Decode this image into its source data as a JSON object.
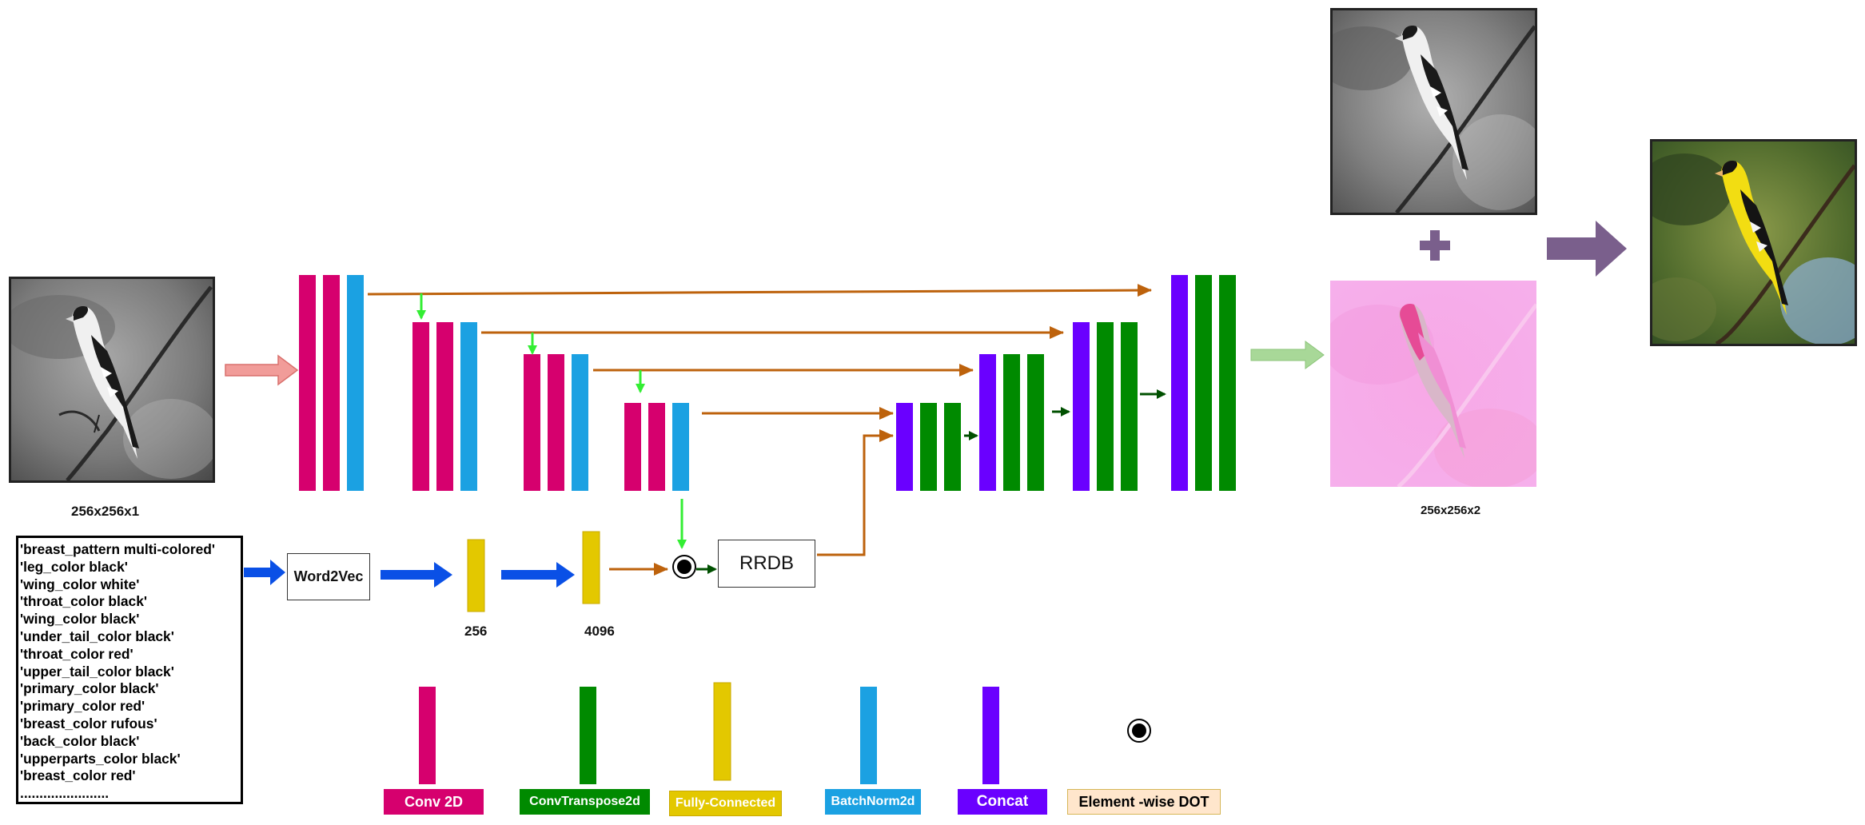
{
  "colors": {
    "conv2d": "#d6006e",
    "batchnorm": "#1ba1e2",
    "convtranspose": "#008a00",
    "fully_connected": "#e3c800",
    "concat": "#6a00ff",
    "skip_arrow": "#bd620c",
    "green_arrow": "#33ee33",
    "dark_green_arrow": "#005000",
    "blue_arrow": "#0a50e6",
    "pink_arrow": "#f19c99",
    "light_green_arrow": "#a8d898",
    "plus_arrow": "#7a5f8c",
    "element_dot_bg": "#ffe6cc"
  },
  "labels": {
    "input_size": "256x256x1",
    "output_size": "256x256x2",
    "fc1_size": "256",
    "fc2_size": "4096",
    "word2vec": "Word2Vec",
    "rrdb": "RRDB"
  },
  "attributes": [
    "'breast_pattern multi-colored'",
    "'leg_color black'",
    "'wing_color white'",
    "'throat_color black'",
    "'wing_color black'",
    "'under_tail_color black'",
    "'throat_color red'",
    "'upper_tail_color black'",
    "'primary_color black'",
    "'primary_color red'",
    "'breast_color rufous'",
    "'back_color black'",
    "'upperparts_color black'",
    "'breast_color red'",
    "......................."
  ],
  "legend": {
    "conv2d": "Conv 2D",
    "convtranspose": "ConvTranspose2d",
    "fully_connected": "Fully-Connected",
    "batchnorm": "BatchNorm2d",
    "concat": "Concat",
    "element_dot": "Element -wise DOT"
  },
  "icons": {
    "dot_operator": "circled-dot-icon",
    "plus_operator": "plus-icon",
    "images": [
      "grayscale-bird-photo",
      "pink-color-channels-image",
      "colorized-goldfinch-photo"
    ]
  }
}
